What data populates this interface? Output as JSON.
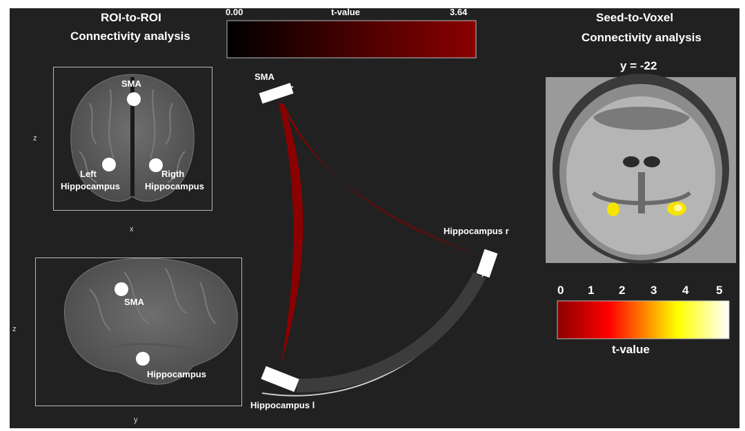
{
  "left": {
    "title_line1": "ROI-to-ROI",
    "title_line2": "Connectivity analysis",
    "axial": {
      "x_axis": "x",
      "z_axis": "z",
      "label_sma": "SMA",
      "label_left_1": "Left",
      "label_left_2": "Hippocampus",
      "label_right_1": "Rigth",
      "label_right_2": "Hippocampus"
    },
    "sagittal": {
      "y_axis": "y",
      "z_axis": "z",
      "label_sma": "SMA",
      "label_hippo": "Hippocampus"
    }
  },
  "center": {
    "colorbar_min": "0.00",
    "colorbar_title": "t-value",
    "colorbar_max": "3.64",
    "colorbar_colors": [
      "#000000",
      "#8b0000"
    ],
    "nodes": [
      {
        "label": "SMA"
      },
      {
        "label": "Hippocampus r"
      },
      {
        "label": "Hippocampus l"
      }
    ],
    "connections": [
      {
        "from": "SMA",
        "to": "Hippocampus r",
        "t": 3.64
      },
      {
        "from": "SMA",
        "to": "Hippocampus l",
        "t": 3.64
      }
    ],
    "link_color": "#8b0000"
  },
  "right": {
    "title_line1": "Seed-to-Voxel",
    "title_line2": "Connectivity analysis",
    "slice_label": "y = -22",
    "colorbar_ticks": [
      "0",
      "1",
      "2",
      "3",
      "4",
      "5"
    ],
    "colorbar_title": "t-value",
    "colorbar_colors": [
      "#8b0000",
      "#ff0000",
      "#ffff00",
      "#ffffff"
    ]
  }
}
